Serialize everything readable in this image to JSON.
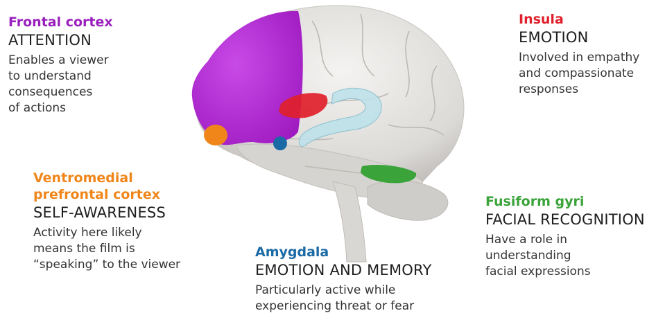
{
  "colors": {
    "frontal": "#a020c0",
    "insula": "#e0202a",
    "vmpfc": "#f0861a",
    "fusiform": "#3aa33a",
    "amygdala": "#1a6aa5"
  },
  "callouts": {
    "frontal": {
      "region": "Frontal cortex",
      "function": "ATTENTION",
      "desc": [
        "Enables a viewer",
        "to understand",
        "consequences",
        "of actions"
      ]
    },
    "insula": {
      "region": "Insula",
      "function": "EMOTION",
      "desc": [
        "Involved in empathy",
        "and compassionate",
        "responses"
      ]
    },
    "vmpfc": {
      "region": [
        "Ventromedial",
        "prefrontal cortex"
      ],
      "function": "SELF-AWARENESS",
      "desc": [
        "Activity here likely",
        "means the film is",
        "“speaking” to the viewer"
      ]
    },
    "fusiform": {
      "region": "Fusiform gyri",
      "function": "FACIAL RECOGNITION",
      "desc": [
        "Have a role in",
        "understanding",
        "facial expressions"
      ]
    },
    "amygdala": {
      "region": "Amygdala",
      "function": "EMOTION AND MEMORY",
      "desc": [
        "Particularly active while",
        "experiencing threat or fear"
      ]
    }
  }
}
